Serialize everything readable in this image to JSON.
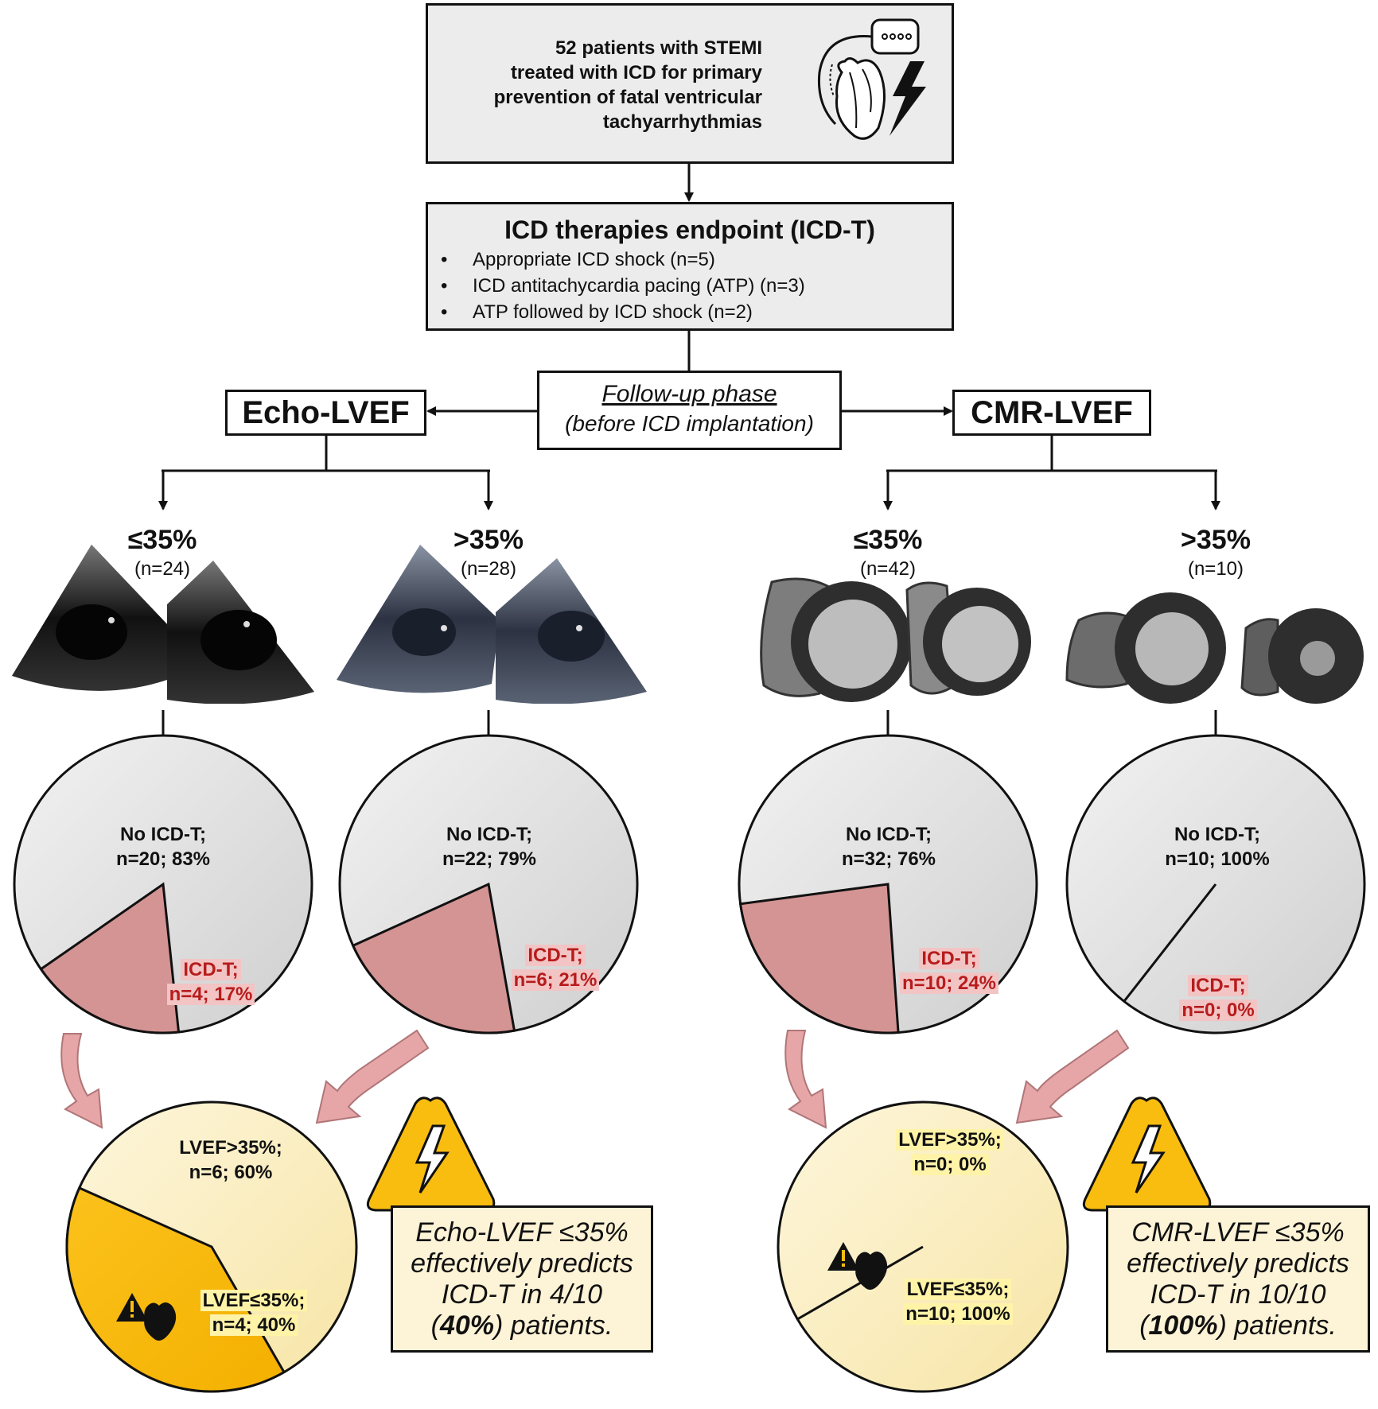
{
  "top_box": {
    "line1": "52 patients with STEMI",
    "line2": "treated with ICD for primary",
    "line3": "prevention of fatal ventricular",
    "line4": "tachyarrhythmias",
    "icon": "heart-with-icd-icon"
  },
  "endpoint_box": {
    "title": "ICD therapies endpoint (ICD-T)",
    "items": [
      "Appropriate ICD shock (n=5)",
      "ICD antitachycardia pacing (ATP) (n=3)",
      "ATP followed by ICD shock (n=2)"
    ],
    "bullet": "•"
  },
  "followup": {
    "line1": "Follow-up phase",
    "line2": "(before ICD implantation)"
  },
  "echo": {
    "header": "Echo-LVEF",
    "low": {
      "pct": "≤35%",
      "n": "(n=24)"
    },
    "high": {
      "pct": ">35%",
      "n": "(n=28)"
    },
    "pie_low": {
      "no_label": "No ICD-T;",
      "no_value": "n=20; 83%",
      "yes_label": "ICD-T;",
      "yes_value": "n=4; 17%"
    },
    "pie_high": {
      "no_label": "No ICD-T;",
      "no_value": "n=22; 79%",
      "yes_label": "ICD-T;",
      "yes_value": "n=6; 21%"
    },
    "outcome_pie": {
      "a_label": "LVEF>35%;",
      "a_value": "n=6; 60%",
      "b_label": "LVEF≤35%;",
      "b_value": "n=4; 40%"
    },
    "conclusion": {
      "line1": "Echo-LVEF ≤35%",
      "line2": "effectively predicts",
      "line3": "ICD-T in 4/10",
      "line4_bold": "40%",
      "line4_rest": ") patients."
    }
  },
  "cmr": {
    "header": "CMR-LVEF",
    "low": {
      "pct": "≤35%",
      "n": "(n=42)"
    },
    "high": {
      "pct": ">35%",
      "n": "(n=10)"
    },
    "pie_low": {
      "no_label": "No ICD-T;",
      "no_value": "n=32; 76%",
      "yes_label": "ICD-T;",
      "yes_value": "n=10; 24%"
    },
    "pie_high": {
      "no_label": "No ICD-T;",
      "no_value": "n=10; 100%",
      "yes_label": "ICD-T;",
      "yes_value": "n=0; 0%"
    },
    "outcome_pie": {
      "a_label": "LVEF>35%;",
      "a_value": "n=0; 0%",
      "b_label": "LVEF≤35%;",
      "b_value": "n=10; 100%"
    },
    "conclusion": {
      "line1": "CMR-LVEF ≤35%",
      "line2": "effectively predicts",
      "line3": "ICD-T in 10/10",
      "line4_bold": "100%",
      "line4_rest": ") patients."
    }
  },
  "colors": {
    "pie_gray": "#dcdcdc",
    "pie_red": "#d49494",
    "outcome_pale": "#fbeec4",
    "outcome_gold": "#f9bd10",
    "warning_yellow": "#f9bd10",
    "arrow_pink": "#e6a6a8"
  }
}
